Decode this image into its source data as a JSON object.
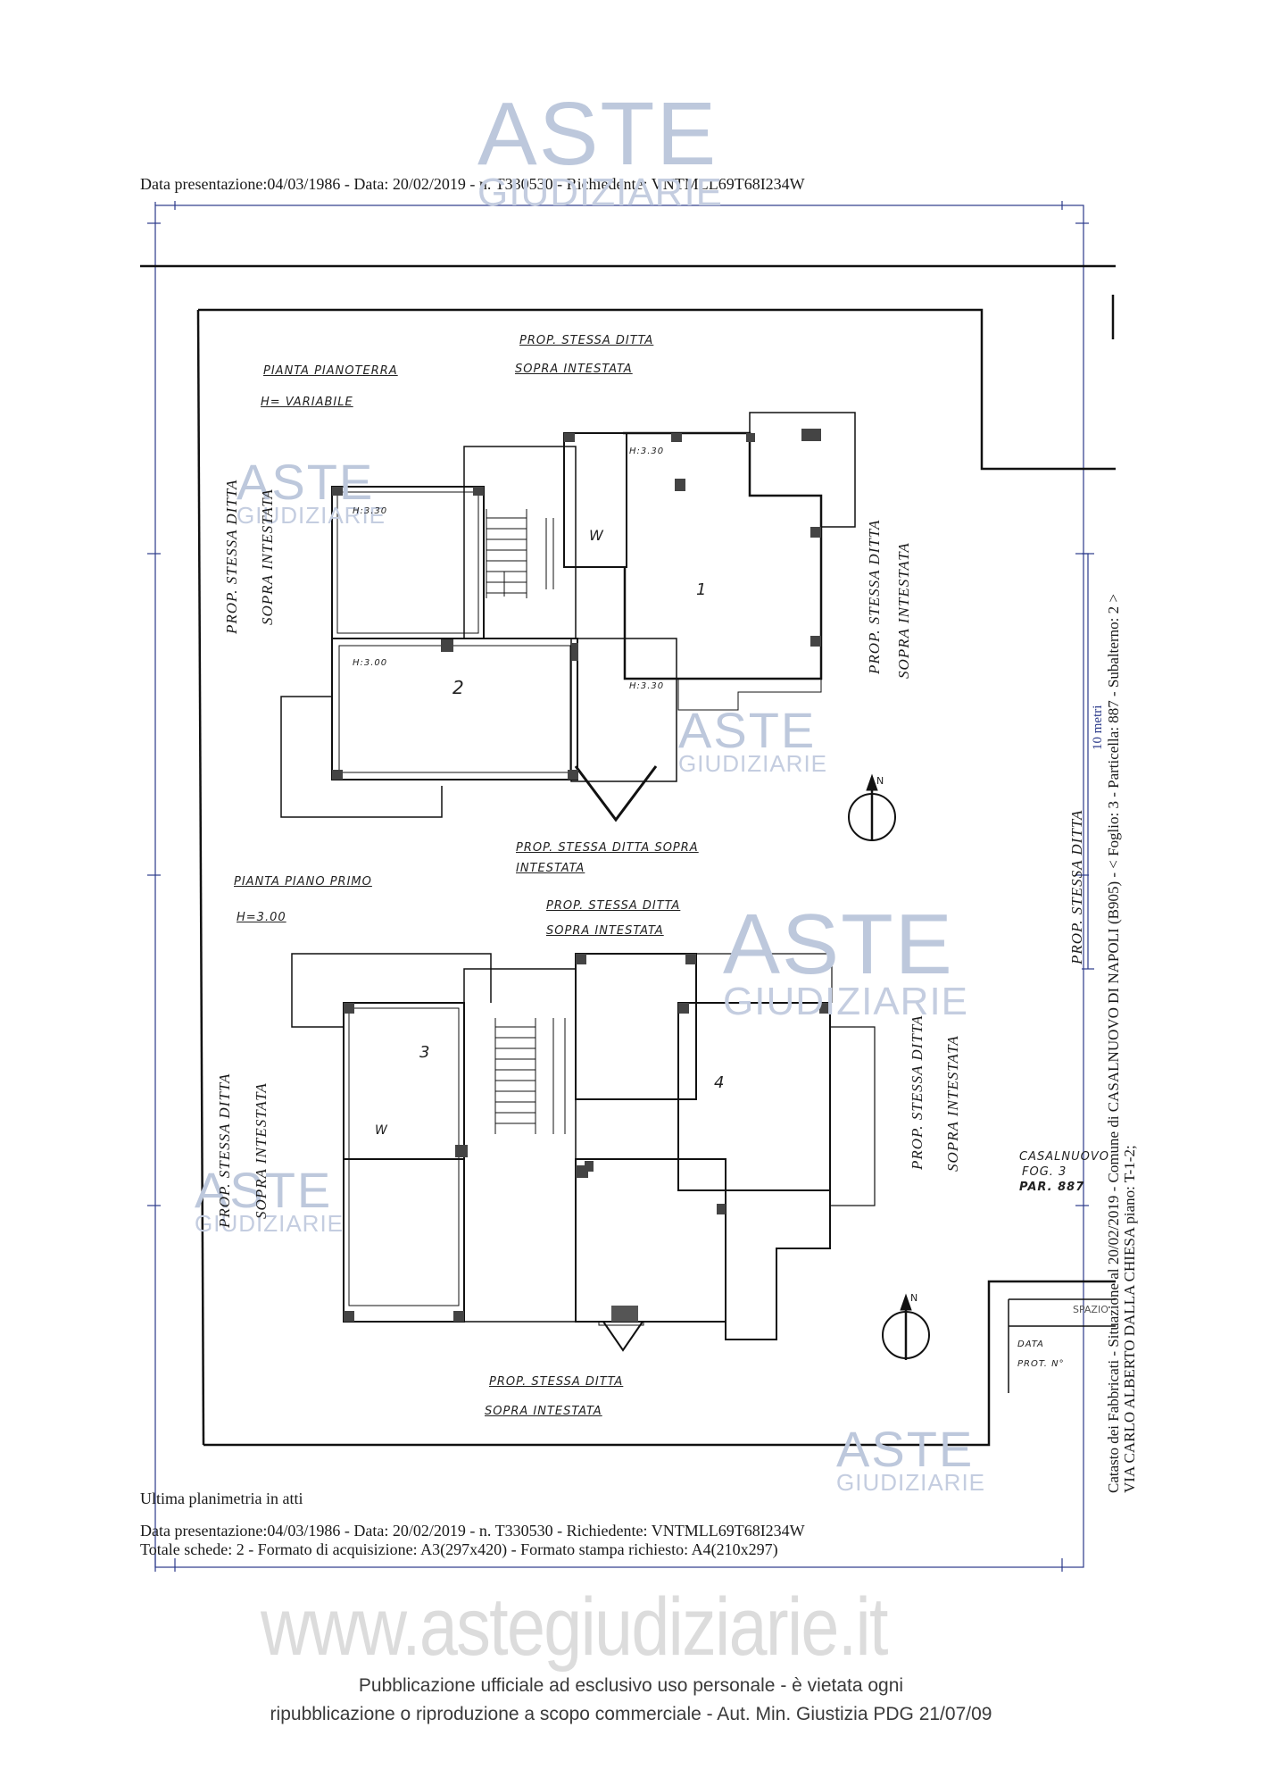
{
  "header": {
    "presentation_line": "Data presentazione:04/03/1986 - Data: 20/02/2019 - n. T330530 - Richiedente: VNTMLL69T68I234W"
  },
  "watermarks": {
    "aste": "ASTE",
    "giudiziarie": "GIUDIZIARIE",
    "site": "www.astegiudiziarie.it"
  },
  "ground_floor": {
    "title": "PIANTA PIANOTERRA",
    "height": "H= VARIABILE",
    "neighbor_top_1": "PROP. STESSA DITTA",
    "neighbor_top_2": "SOPRA INTESTATA",
    "neighbor_left_1": "PROP. STESSA DITTA",
    "neighbor_left_2": "SOPRA INTESTATA",
    "neighbor_right_1": "PROP. STESSA DITTA",
    "neighbor_right_2": "SOPRA INTESTATA",
    "neighbor_bottom_1": "PROP. STESSA DITTA SOPRA",
    "neighbor_bottom_2": "INTESTATA",
    "h_left_top": "H:3.30",
    "h_left_bottom": "H:3.00",
    "h_right_top": "H:3.30",
    "h_right_bottom": "H:3.30",
    "room_1": "1",
    "room_2": "2",
    "room_wc": "W"
  },
  "first_floor": {
    "title": "PIANTA PIANO PRIMO",
    "height": "H=3.00",
    "neighbor_top_1": "PROP. STESSA DITTA",
    "neighbor_top_2": "SOPRA INTESTATA",
    "neighbor_left_1": "PROP. STESSA DITTA",
    "neighbor_left_2": "SOPRA INTESTATA",
    "neighbor_right_1": "PROP. STESSA DITTA",
    "neighbor_right_2": "SOPRA INTESTATA",
    "neighbor_bottom_1": "PROP. STESSA DITTA",
    "neighbor_bottom_2": "SOPRA INTESTATA",
    "neighbor_far_right": "PROP. STESSA DITTA",
    "room_3": "3",
    "room_4": "4",
    "room_wc": "W"
  },
  "parcel_note": {
    "line1": "CASALNUOVO",
    "line2": "FOG. 3",
    "line3": "PAR. 887"
  },
  "stamp_box": {
    "title": "SPAZIO",
    "data_label": "DATA",
    "prot_label": "PROT. N°"
  },
  "compass": {
    "north_label": "N"
  },
  "scale": {
    "label": "10 metri"
  },
  "side_text": {
    "line1": "Catasto dei Fabbricati - Situazione al 20/02/2019 - Comune di CASALNUOVO DI NAPOLI (B905) - < Foglio: 3 - Particella: 887 - Subalterno: 2 >",
    "line2": "VIA CARLO ALBERTO DALLA CHIESA piano: T-1-2;"
  },
  "footer": {
    "last_plan": "Ultima planimetria in atti",
    "presentation_line": "Data presentazione:04/03/1986 - Data: 20/02/2019 - n. T330530 - Richiedente: VNTMLL69T68I234W",
    "format_line": "Totale schede: 2 - Formato di acquisizione: A3(297x420)  - Formato stampa richiesto: A4(210x297)",
    "notice_1": "Pubblicazione ufficiale ad esclusivo uso personale - è vietata ogni",
    "notice_2": "ripubblicazione o riproduzione a scopo commerciale - Aut. Min. Giustizia PDG 21/07/09"
  }
}
